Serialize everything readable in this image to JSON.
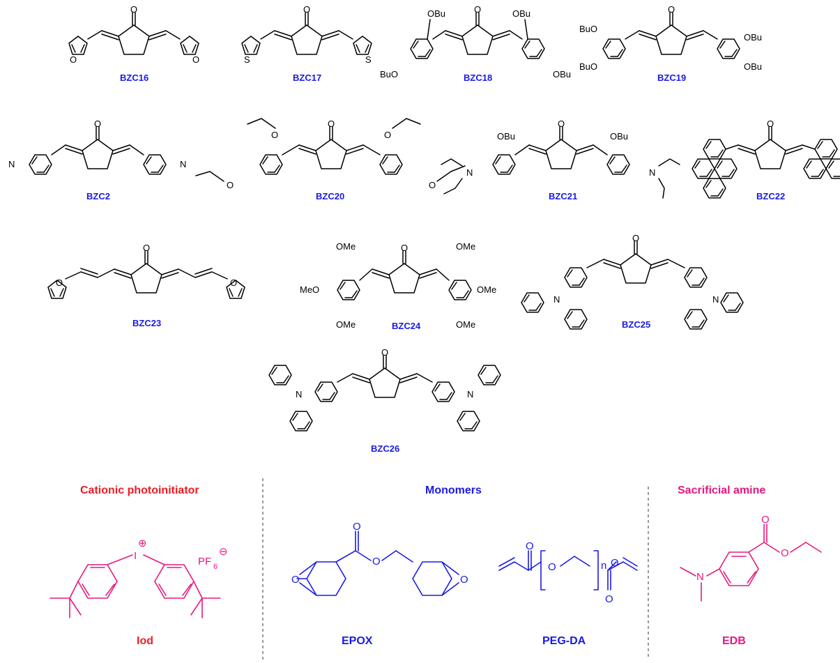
{
  "colors": {
    "structure": "#000000",
    "compound_label": "#1a1ae6",
    "cationic": "#ee1c25",
    "monomer": "#1a1ae6",
    "amine": "#e6197d",
    "divider": "#555555"
  },
  "compounds": [
    {
      "label": "BZC16",
      "ring": "furan",
      "heteroatom": "O"
    },
    {
      "label": "BZC17",
      "ring": "thiophene",
      "heteroatom": "S"
    },
    {
      "label": "BZC18",
      "ring": "2,4-dibutoxyphenyl",
      "substituents": [
        "OBu",
        "BuO",
        "OBu",
        "OBu"
      ]
    },
    {
      "label": "BZC19",
      "ring": "3,4-dibutoxyphenyl",
      "substituents": [
        "BuO",
        "BuO",
        "OBu",
        "OBu"
      ]
    },
    {
      "label": "BZC2",
      "ring": "4-dimethylaminophenyl",
      "heteroatom": "N"
    },
    {
      "label": "BZC20",
      "ring": "2,4-diallyloxyphenyl",
      "heteroatom": "O"
    },
    {
      "label": "BZC21",
      "ring": "2-butoxy-4-diethylaminophenyl",
      "substituents": [
        "OBu",
        "OBu",
        "N",
        "N"
      ]
    },
    {
      "label": "BZC22",
      "ring": "9-anthryl"
    },
    {
      "label": "BZC23",
      "ring": "furylpropenylidene",
      "heteroatom": "O"
    },
    {
      "label": "BZC24",
      "ring": "2,4,5-trimethoxyphenyl",
      "substituents": [
        "OMe",
        "MeO",
        "OMe",
        "OMe",
        "OMe",
        "OMe"
      ]
    },
    {
      "label": "BZC25",
      "ring": "N-benzylcarbazolyl",
      "heteroatom": "N"
    },
    {
      "label": "BZC26",
      "ring": "4-diphenylaminophenyl",
      "heteroatom": "N"
    }
  ],
  "core": {
    "carbonyl": "O"
  },
  "sections": {
    "cationic": {
      "title": "Cationic photoinitiator",
      "compound": "Iod",
      "atoms": {
        "iodine": "I",
        "plus": "⊕",
        "counterion": "PF",
        "counterion_sub": "6",
        "minus": "⊖"
      }
    },
    "monomers": {
      "title": "Monomers",
      "compounds": [
        "EPOX",
        "PEG-DA"
      ],
      "atoms": {
        "O": "O",
        "n": "n"
      }
    },
    "amine": {
      "title": "Sacrificial amine",
      "compound": "EDB",
      "atoms": {
        "N": "N",
        "O": "O"
      }
    }
  }
}
